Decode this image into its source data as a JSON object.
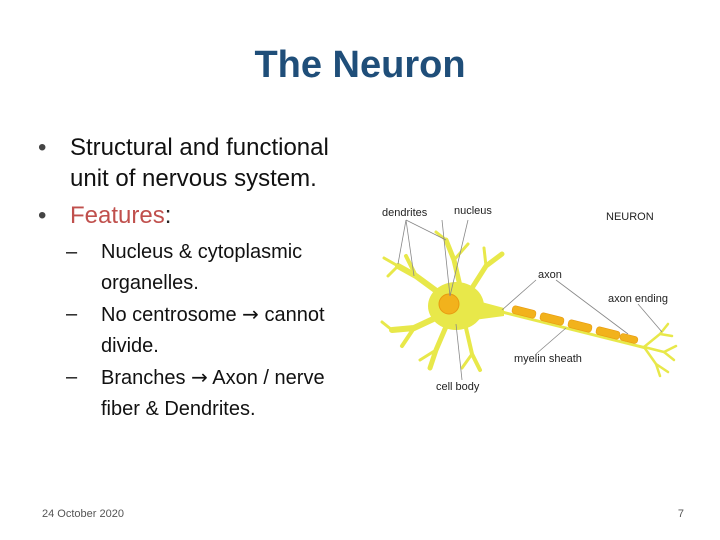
{
  "slide": {
    "title": "The Neuron",
    "bullets": {
      "b1_text": "Structural and functional unit of nervous system.",
      "b2_label": "Features",
      "b2_colon": ":",
      "sub": [
        {
          "text": "Nucleus & cytoplasmic organelles."
        },
        {
          "text_before": "No centrosome ",
          "text_after": " cannot divide."
        },
        {
          "text_before": "Branches ",
          "text_after": " Axon / nerve fiber & Dendrites."
        }
      ]
    },
    "bullet_glyph": "•",
    "dash_glyph": "–",
    "arrow_glyph": "→"
  },
  "diagram": {
    "labels": {
      "dendrites": "dendrites",
      "nucleus": "nucleus",
      "neuron": "NEURON",
      "axon": "axon",
      "axon_ending": "axon ending",
      "myelin_sheath": "myelin sheath",
      "cell_body": "cell body"
    },
    "colors": {
      "cell": "#e8e84a",
      "nucleus": "#f2b21c",
      "myelin": "#f2b21c",
      "leader": "#888888"
    }
  },
  "footer": {
    "date": "24 October 2020",
    "page_number": "7"
  }
}
